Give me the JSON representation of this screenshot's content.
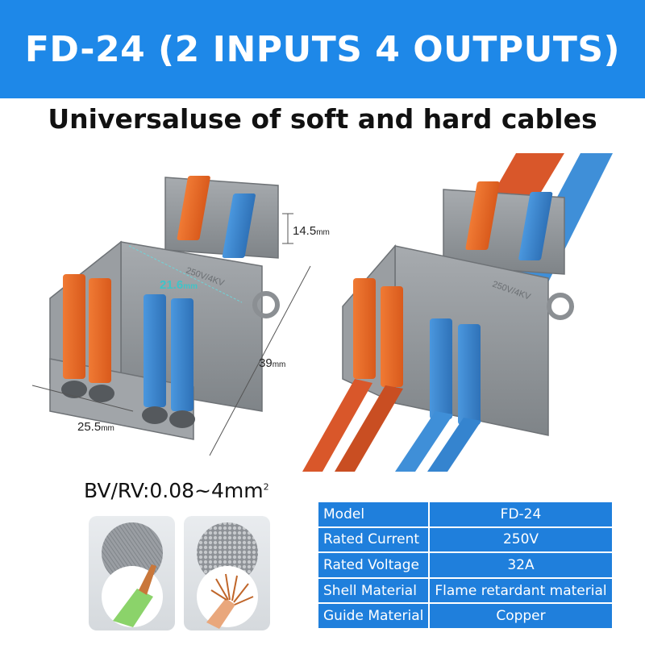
{
  "banner": {
    "title": "FD-24 (2 INPUTS 4 OUTPUTS)",
    "color": "#1e88e8"
  },
  "subtitle": "Universaluse of soft and hard cables",
  "dimensions": {
    "height": "14.5",
    "height_unit": "mm",
    "pitch": "21.6",
    "pitch_unit": "mm",
    "length": "39",
    "length_unit": "mm",
    "width": "25.5",
    "width_unit": "mm"
  },
  "housing_marking": "250V/4KV",
  "cable_spec": {
    "label": "BV/RV:0.08~4mm",
    "superscript": "2"
  },
  "specs": [
    {
      "key": "Model",
      "value": "FD-24"
    },
    {
      "key": "Rated Current",
      "value": "250V"
    },
    {
      "key": "Rated Voltage",
      "value": "32A"
    },
    {
      "key": "Shell Material",
      "value": "Flame retardant material"
    },
    {
      "key": "Guide Material",
      "value": "Copper"
    }
  ],
  "colors": {
    "lever_orange": "#ee6a26",
    "lever_blue": "#3b86cf",
    "housing_gray": "#8f9499",
    "cable_orange": "#d9572a",
    "cable_blue": "#3f8fd8",
    "table_blue": "#1f7fdc"
  }
}
